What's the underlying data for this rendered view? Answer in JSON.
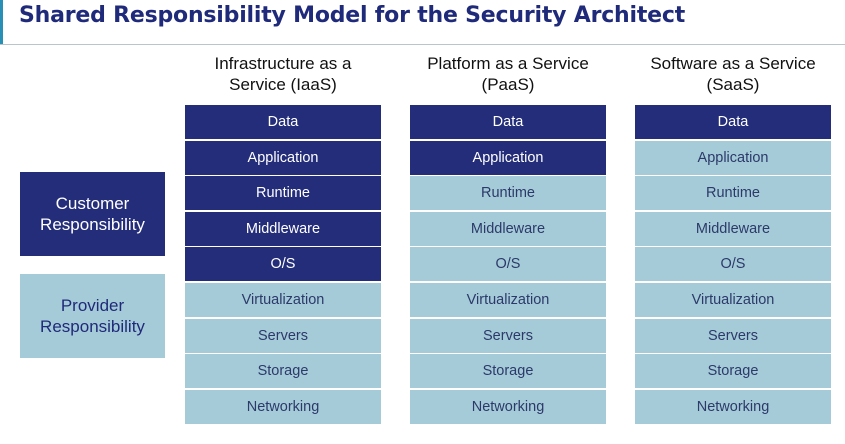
{
  "title": "Shared Responsibility Model for the Security Architect",
  "legend": {
    "customer": "Customer Responsibility",
    "provider": "Provider Responsibility"
  },
  "colors": {
    "customer": "#232d79",
    "provider": "#a6cbd8",
    "title": "#1f2a7a",
    "accent": "#2a8fb5"
  },
  "columns": [
    {
      "header_line1": "Infrastructure as a",
      "header_line2": "Service (IaaS)",
      "layers": [
        {
          "label": "Data",
          "owner": "customer"
        },
        {
          "label": "Application",
          "owner": "customer"
        },
        {
          "label": "Runtime",
          "owner": "customer"
        },
        {
          "label": "Middleware",
          "owner": "customer"
        },
        {
          "label": "O/S",
          "owner": "customer"
        },
        {
          "label": "Virtualization",
          "owner": "provider"
        },
        {
          "label": "Servers",
          "owner": "provider"
        },
        {
          "label": "Storage",
          "owner": "provider"
        },
        {
          "label": "Networking",
          "owner": "provider"
        }
      ]
    },
    {
      "header_line1": "Platform as a Service",
      "header_line2": "(PaaS)",
      "layers": [
        {
          "label": "Data",
          "owner": "customer"
        },
        {
          "label": "Application",
          "owner": "customer"
        },
        {
          "label": "Runtime",
          "owner": "provider"
        },
        {
          "label": "Middleware",
          "owner": "provider"
        },
        {
          "label": "O/S",
          "owner": "provider"
        },
        {
          "label": "Virtualization",
          "owner": "provider"
        },
        {
          "label": "Servers",
          "owner": "provider"
        },
        {
          "label": "Storage",
          "owner": "provider"
        },
        {
          "label": "Networking",
          "owner": "provider"
        }
      ]
    },
    {
      "header_line1": "Software as a Service",
      "header_line2": "(SaaS)",
      "layers": [
        {
          "label": "Data",
          "owner": "customer"
        },
        {
          "label": "Application",
          "owner": "provider"
        },
        {
          "label": "Runtime",
          "owner": "provider"
        },
        {
          "label": "Middleware",
          "owner": "provider"
        },
        {
          "label": "O/S",
          "owner": "provider"
        },
        {
          "label": "Virtualization",
          "owner": "provider"
        },
        {
          "label": "Servers",
          "owner": "provider"
        },
        {
          "label": "Storage",
          "owner": "provider"
        },
        {
          "label": "Networking",
          "owner": "provider"
        }
      ]
    }
  ]
}
